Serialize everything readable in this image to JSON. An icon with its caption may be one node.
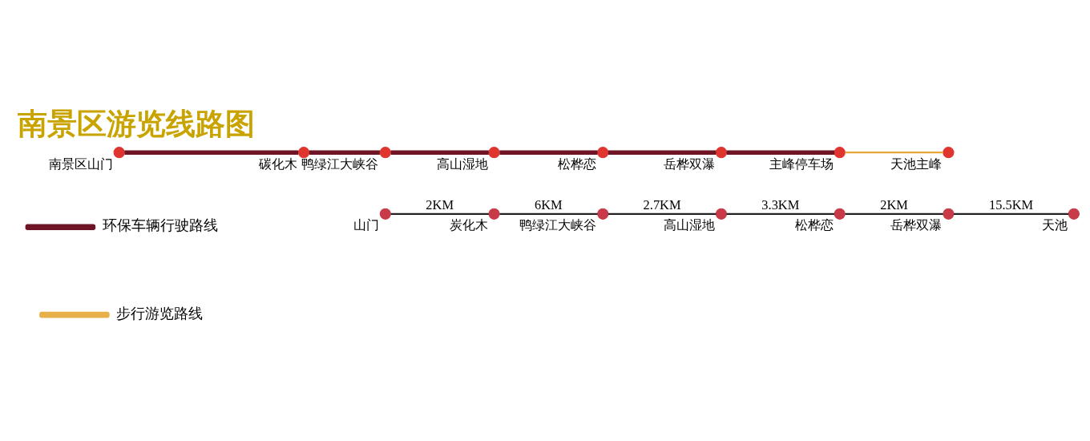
{
  "diagram": {
    "title": "南景区游览线路图",
    "nodes": [
      {
        "text": [],
        "shape": "circle",
        "beside": [
          "南景区山门"
        ]
      },
      {
        "text": [],
        "shape": "circle",
        "beside": [
          "碳化木"
        ]
      },
      {
        "text": [],
        "shape": "circle",
        "beside": [
          "鸭绿江大峡谷"
        ]
      },
      {
        "text": [],
        "shape": "circle",
        "beside": [
          "高山湿地"
        ]
      },
      {
        "text": [],
        "shape": "circle",
        "beside": [
          "松桦恋"
        ]
      },
      {
        "text": [],
        "shape": "circle",
        "beside": [
          "岳桦双瀑"
        ]
      },
      {
        "text": [],
        "shape": "circle",
        "beside": [
          "主峰停车场"
        ]
      },
      {
        "text": [],
        "shape": "circle",
        "beside": [
          "天池主峰"
        ]
      },
      {
        "text": [],
        "shape": "circle",
        "beside": [
          "山门"
        ]
      },
      {
        "text": [],
        "shape": "circle",
        "beside": [
          "炭化木"
        ]
      },
      {
        "text": [],
        "shape": "circle",
        "beside": [
          "鸭绿江大峡谷"
        ]
      },
      {
        "text": [],
        "shape": "circle",
        "beside": [
          "高山湿地"
        ]
      },
      {
        "text": [],
        "shape": "circle",
        "beside": [
          "松桦恋"
        ]
      },
      {
        "text": [],
        "shape": "circle",
        "beside": [
          "岳桦双瀑"
        ]
      },
      {
        "text": [],
        "shape": "circle",
        "beside": [
          "天池"
        ]
      }
    ],
    "edges": [
      {
        "from": 0,
        "to": 1,
        "arrow": "none",
        "style": "thick"
      },
      {
        "from": 1,
        "to": 2,
        "arrow": "none",
        "style": "thick"
      },
      {
        "from": 2,
        "to": 3,
        "arrow": "none",
        "style": "thick"
      },
      {
        "from": 3,
        "to": 4,
        "arrow": "none",
        "style": "thick"
      },
      {
        "from": 4,
        "to": 5,
        "arrow": "none",
        "style": "thick"
      },
      {
        "from": 5,
        "to": 6,
        "arrow": "none",
        "style": "thick"
      },
      {
        "from": 6,
        "to": 7,
        "arrow": "none",
        "color": "#e8a63a"
      },
      {
        "from": 8,
        "to": 9,
        "arrow": "none",
        "label": "2KM",
        "color": "#222222"
      },
      {
        "from": 9,
        "to": 10,
        "arrow": "none",
        "label": "6KM",
        "color": "#222222"
      },
      {
        "from": 10,
        "to": 11,
        "arrow": "none",
        "label": "2.7KM",
        "color": "#222222"
      },
      {
        "from": 11,
        "to": 12,
        "arrow": "none",
        "label": "3.3KM",
        "color": "#222222"
      },
      {
        "from": 12,
        "to": 13,
        "arrow": "none",
        "label": "2KM",
        "color": "#222222"
      },
      {
        "from": 13,
        "to": 14,
        "arrow": "none",
        "label": "15.5KM",
        "color": "#222222"
      }
    ],
    "legend": [
      {
        "text": "环保车辆行驶路线",
        "color": "#6e1425"
      },
      {
        "text": "步行游览路线",
        "color": "#e8b04a"
      }
    ]
  }
}
